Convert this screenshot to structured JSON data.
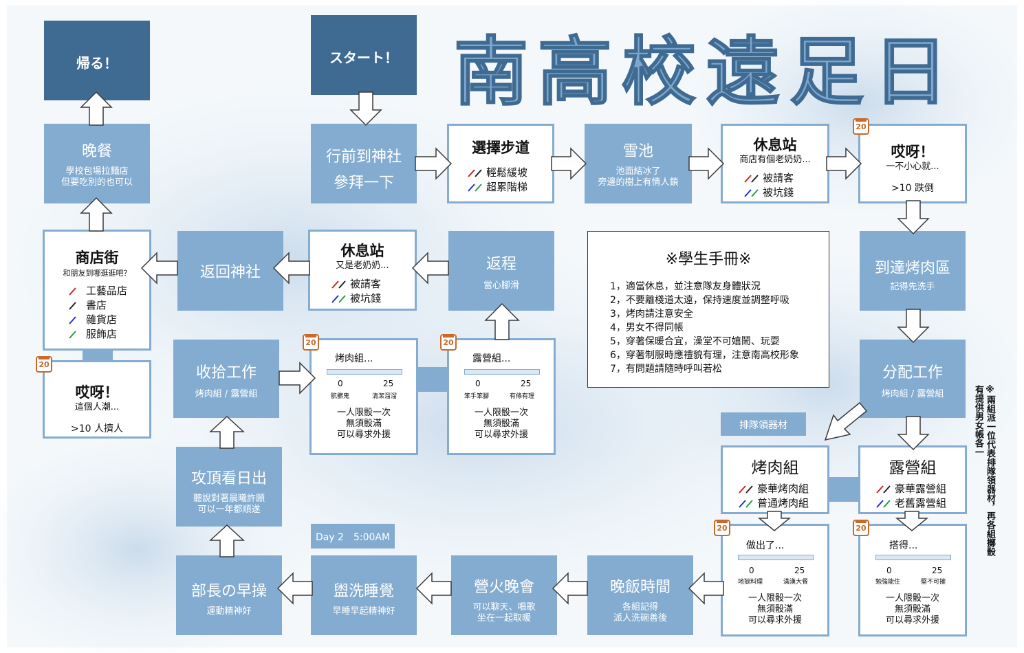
{
  "title": "南高校遠足日",
  "badge_text": "20",
  "boxes": {
    "home": "帰る！",
    "start": "スタート！",
    "dinner": {
      "title": "晚餐",
      "sub1": "學校包場拉麵店",
      "sub2": "但要吃別的也可以"
    },
    "shrine": {
      "line1": "行前到神社",
      "line2": "參拜一下"
    },
    "trail": {
      "title": "選擇步道",
      "opt1": "輕鬆緩坡",
      "opt2": "超累階梯"
    },
    "pond": {
      "title": "雪池",
      "sub1": "池面結冰了",
      "sub2": "旁邊的樹上有情人鎖"
    },
    "rest1": {
      "title": "休息站",
      "sub": "商店有個老奶奶...",
      "opt1": "被請客",
      "opt2": "被坑錢"
    },
    "fall": {
      "title": "哎呀！",
      "sub": "一不小心就...",
      "cond": ">10 跌倒"
    },
    "bbq_area": {
      "title": "到達烤肉區",
      "sub": "記得先洗手"
    },
    "assign": {
      "title": "分配工作",
      "sub": "烤肉組 / 露營組"
    },
    "queue": "排隊領器材",
    "bbq_group": {
      "title": "烤肉組",
      "opt1": "豪華烤肉組",
      "opt2": "普通烤肉組"
    },
    "camp_group": {
      "title": "露營組",
      "opt1": "豪華露營組",
      "opt2": "老舊露營組"
    },
    "cook_check": {
      "title": "做出了...",
      "n0": "0",
      "n25": "25",
      "l0": "地獄料理",
      "l25": "滿漢大餐",
      "r1": "一人限骰一次",
      "r2": "無須骰滿",
      "r3": "可以尋求外援"
    },
    "tent_check": {
      "title": "搭得...",
      "n0": "0",
      "n25": "25",
      "l0": "勉強能住",
      "l25": "堅不可摧",
      "r1": "一人限骰一次",
      "r2": "無須骰滿",
      "r3": "可以尋求外援"
    },
    "supper": {
      "title": "晚飯時間",
      "sub1": "各組記得",
      "sub2": "派人洗碗善後"
    },
    "campfire": {
      "title": "營火晚會",
      "sub1": "可以聊天、唱歌",
      "sub2": "坐在一起取暖"
    },
    "sleep": {
      "title": "盥洗睡覺",
      "sub": "早睡早起精神好"
    },
    "exercise": {
      "title": "部長の早操",
      "sub": "運動精神好"
    },
    "day2": "Day 2　5:00AM",
    "sunrise": {
      "title": "攻頂看日出",
      "sub1": "聽說對著晨曦許願",
      "sub2": "可以一年都順遂"
    },
    "cleanup": {
      "title": "收拾工作",
      "sub": "烤肉組 / 露營組"
    },
    "bbq_check": {
      "title": "烤肉組...",
      "n0": "0",
      "n25": "25",
      "l0": "骯髒鬼",
      "l25": "清潔溜溜",
      "r1": "一人限骰一次",
      "r2": "無須骰滿",
      "r3": "可以尋求外援"
    },
    "camp_check": {
      "title": "露營組...",
      "n0": "0",
      "n25": "25",
      "l0": "笨手笨腳",
      "l25": "有條有理",
      "r1": "一人限骰一次",
      "r2": "無須骰滿",
      "r3": "可以尋求外援"
    },
    "return": {
      "title": "返程",
      "sub": "當心腳滑"
    },
    "rest2": {
      "title": "休息站",
      "sub": "又是老奶奶...",
      "opt1": "被請客",
      "opt2": "被坑錢"
    },
    "back_shrine": "返回神社",
    "street": {
      "title": "商店街",
      "sub": "和朋友到哪逛逛吧？",
      "opt1": "工藝品店",
      "opt2": "書店",
      "opt3": "雜貨店",
      "opt4": "服飾店"
    },
    "crowd": {
      "title": "哎呀！",
      "sub": "這個人潮...",
      "cond": ">10 人擠人"
    }
  },
  "handbook": {
    "title": "※學生手冊※",
    "rules": [
      "1，適當休息，並注意隊友身體狀況",
      "2，不要離棧道太遠，保持速度並調整呼吸",
      "3，烤肉請注意安全",
      "4，男女不得同帳",
      "5，穿著保暖合宜，澡堂不可嬉鬧、玩耍",
      "6，穿著制服時應禮貌有理，注意南高校形象",
      "7，有問題請隨時呼叫若松"
    ]
  },
  "side_note": {
    "line1": "※兩組派一位代表排隊領器材，再各組擲骰",
    "line2": "有提供男女帳各一"
  },
  "colors": {
    "box_light": "#84acd0",
    "box_dark": "#3f6b92",
    "pen_red": "#d62020",
    "pen_black": "#222222",
    "pen_blue": "#2030d0",
    "pen_green": "#20a040",
    "badge": "#c86a2c"
  },
  "icons": [
    "right-arrow-icon",
    "left-arrow-icon",
    "up-arrow-icon",
    "down-arrow-icon",
    "pen-icon",
    "calendar-icon"
  ]
}
